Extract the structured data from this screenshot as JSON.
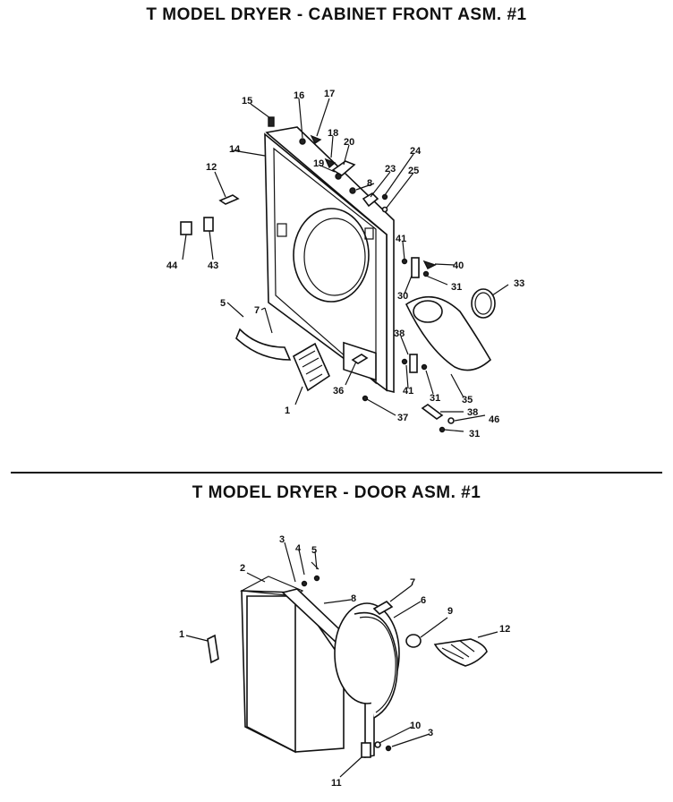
{
  "titles": {
    "cabinet": "T  MODEL DRYER - CABINET FRONT ASM.  #1",
    "door": "T  MODEL DRYER - DOOR ASM. #1"
  },
  "cabinet_callouts": [
    "15",
    "16",
    "17",
    "18",
    "20",
    "14",
    "12",
    "19",
    "8",
    "24",
    "23",
    "25",
    "44",
    "43",
    "41",
    "40",
    "30",
    "31",
    "33",
    "5",
    "7",
    "38",
    "1",
    "36",
    "41",
    "31",
    "35",
    "37",
    "38",
    "46",
    "31"
  ],
  "door_callouts": [
    "3",
    "4",
    "5",
    "2",
    "8",
    "7",
    "6",
    "9",
    "1",
    "12",
    "10",
    "3",
    "11"
  ]
}
